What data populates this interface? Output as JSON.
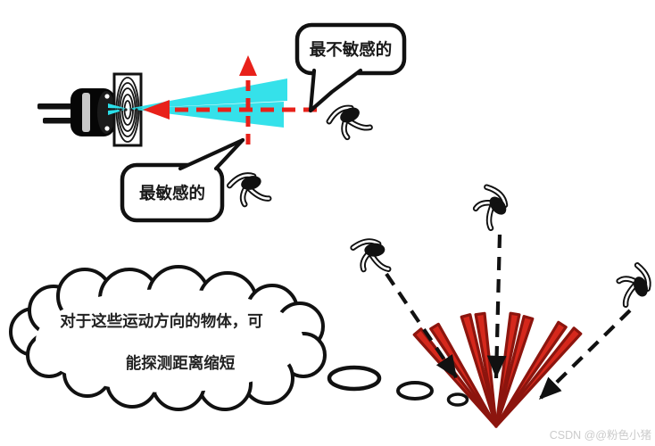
{
  "colors": {
    "paper": "#ffffff",
    "red": "#e8211a",
    "cyan": "#2adfe9",
    "beam": "#d5281c",
    "beam_edge": "#8c150e",
    "ink": "#111111",
    "watermark": "#cbcbcb"
  },
  "labels": {
    "bubble_least_sensitive": "最不敏感的",
    "bubble_most_sensitive": "最敏感的",
    "cloud_line1": "对于这些运动方向的物体，可",
    "cloud_line2": "能探测距离缩短",
    "watermark": "CSDN @@粉色小猪"
  },
  "icons": {
    "sensor": "microwave-doppler-sensor",
    "antenna": "antenna-pattern-plate",
    "beam_cone": "detection-beam-cone",
    "pedestrian": "pedestrian-top-view",
    "beam_fan": "radar-beam-lobe-fan",
    "thought_cloud": "thought-cloud",
    "motion_axis": "red-dashed-motion-axis"
  }
}
